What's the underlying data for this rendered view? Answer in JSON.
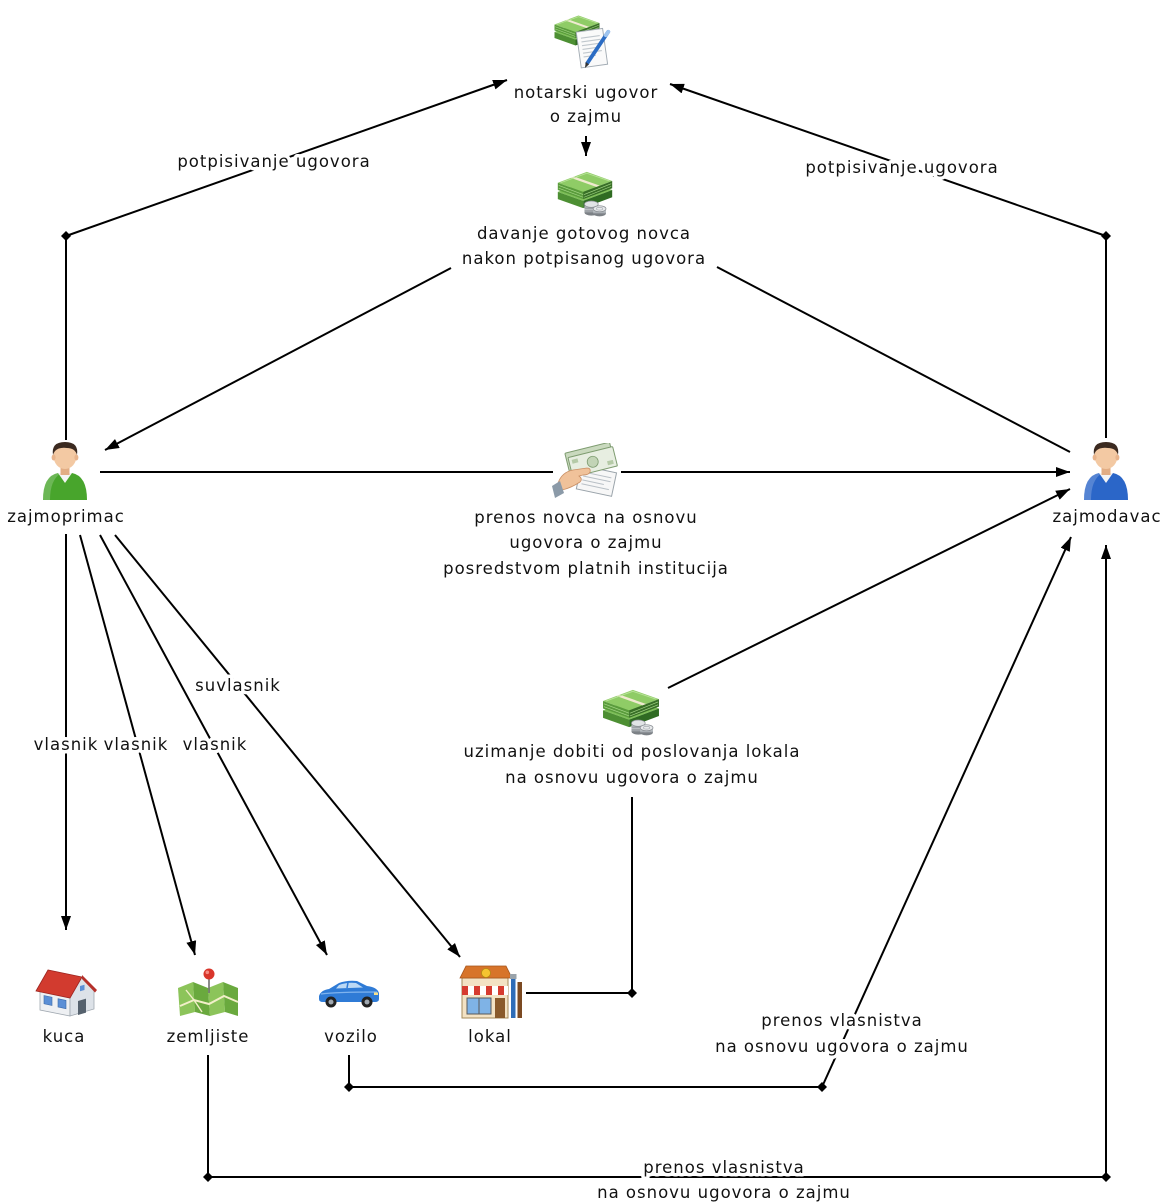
{
  "diagram": {
    "notarski_ugovor": {
      "icon": "money-document-icon",
      "line1": "notarski ugovor",
      "line2": "o zajmu"
    },
    "davanje_novca": {
      "icon": "money-coins-icon",
      "line1": "davanje gotovog novca",
      "line2": "nakon potpisanog ugovora"
    },
    "zajmoprimac": {
      "icon": "person-green-icon",
      "label": "zajmoprimac"
    },
    "zajmodavac": {
      "icon": "person-blue-icon",
      "label": "zajmodavac"
    },
    "prenos_novca": {
      "icon": "hand-money-icon",
      "line1": "prenos novca na osnovu",
      "line2": "ugovora o zajmu",
      "line3": "posredstvom platnih institucija"
    },
    "uzimanje_dobiti": {
      "icon": "money-coins-icon",
      "line1": "uzimanje dobiti od poslovanja lokala",
      "line2": "na osnovu ugovora o zajmu"
    },
    "kuca": {
      "icon": "house-icon",
      "label": "kuca"
    },
    "zemljiste": {
      "icon": "map-pin-icon",
      "label": "zemljiste"
    },
    "vozilo": {
      "icon": "car-icon",
      "label": "vozilo"
    },
    "lokal": {
      "icon": "shop-icon",
      "label": "lokal"
    }
  },
  "edges": {
    "potpisivanje_left": "potpisivanje ugovora",
    "potpisivanje_right": "potpisivanje ugovora",
    "vlasnik_kuca": "vlasnik",
    "vlasnik_zemljiste": "vlasnik",
    "vlasnik_vozilo": "vlasnik",
    "suvlasnik_lokal": "suvlasnik",
    "prenos_vlasnistva_vozilo": {
      "line1": "prenos vlasnistva",
      "line2": "na osnovu ugovora o zajmu"
    },
    "prenos_vlasnistva_zemljiste": {
      "line1": "prenos vlasnistva",
      "line2": "na osnovu ugovora o zajmu"
    }
  },
  "colors": {
    "line": "#000000",
    "borrower_shirt": "#48a52c",
    "lender_shirt": "#2b66c8",
    "background": "#ffffff"
  }
}
